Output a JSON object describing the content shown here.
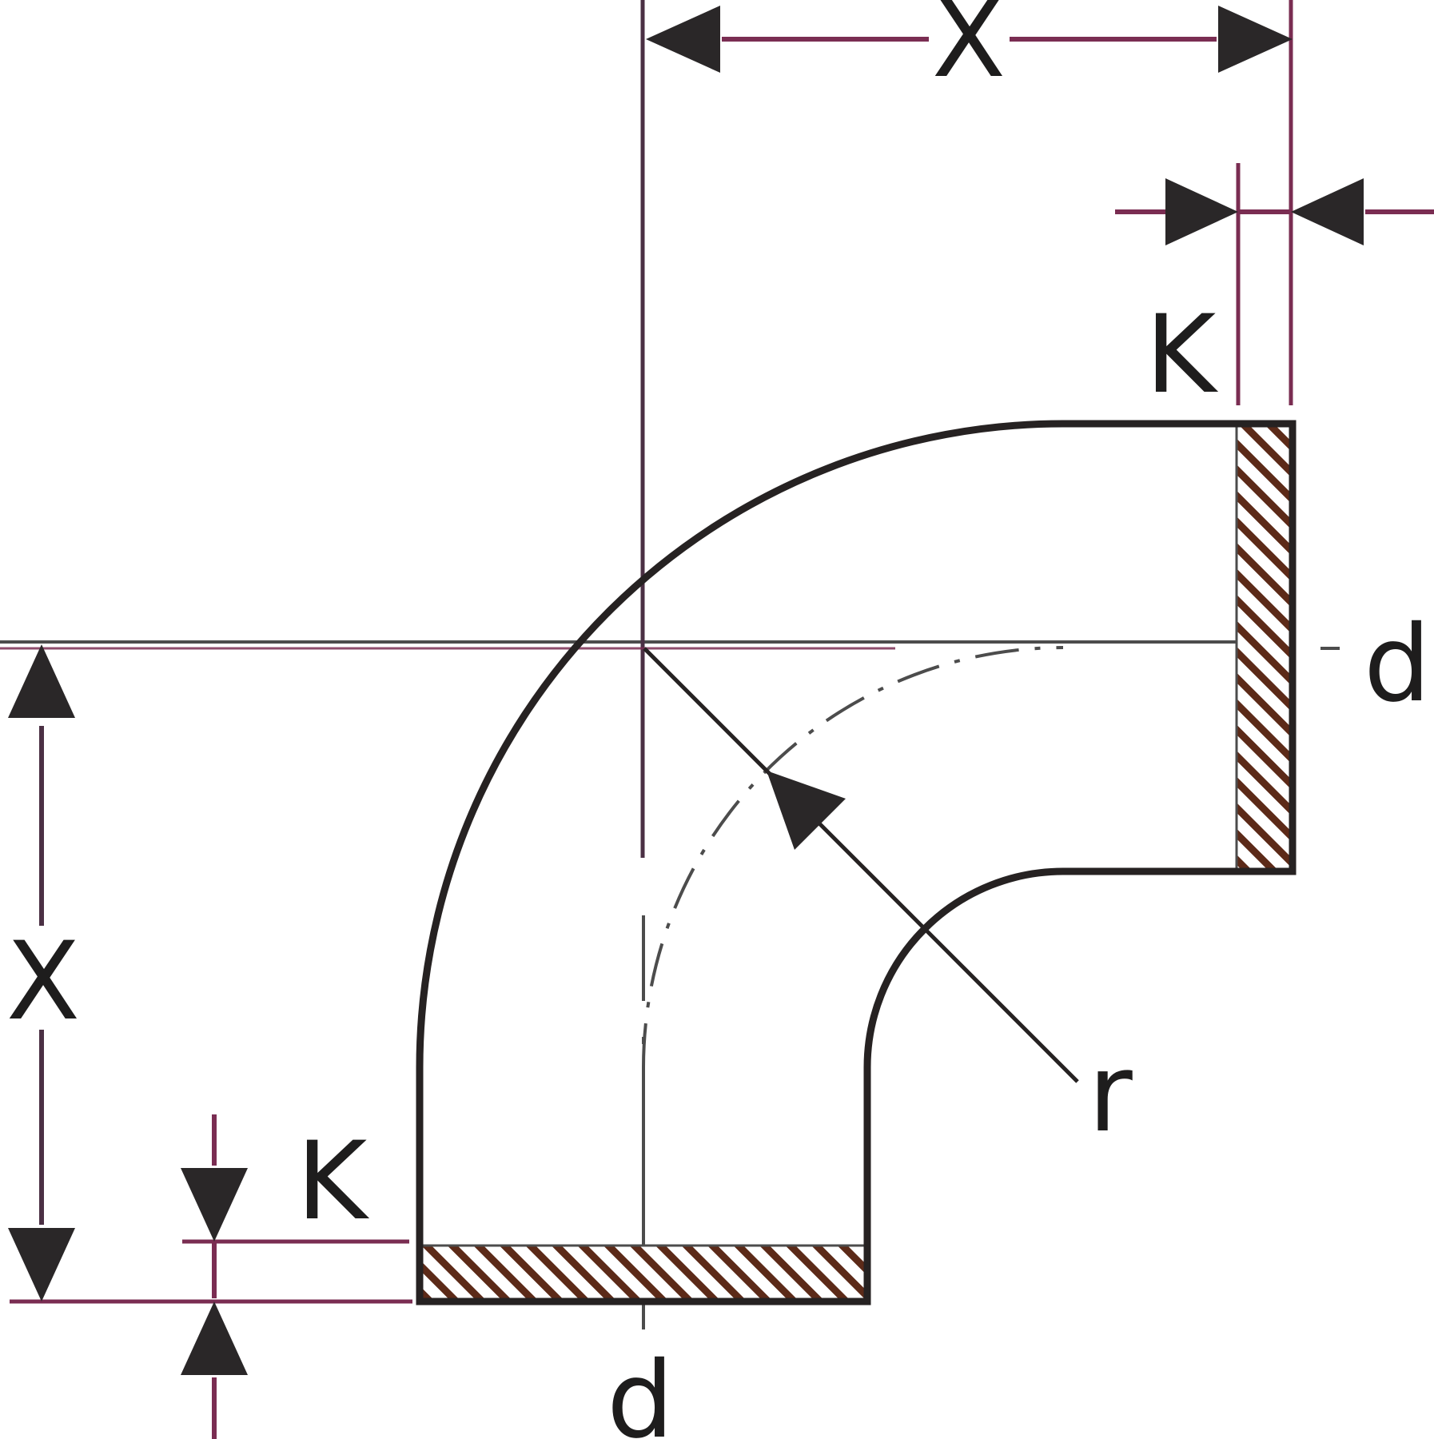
{
  "diagram": {
    "title": "90-degree pipe elbow bend - dimensional technical drawing",
    "type": "technical-drawing",
    "labels": {
      "dim_x_top": "X",
      "dim_x_left": "X",
      "dim_k_top_right": "K",
      "dim_k_bottom_left": "K",
      "diameter_right": "d",
      "diameter_bottom": "d",
      "bend_radius": "r"
    },
    "colors": {
      "background": "#ffffff",
      "outline": "#262222",
      "dimension": "#7a2d52",
      "dimension_dark": "#4b3044",
      "centerline": "#4c4c4c",
      "hatch": "#5c2a18",
      "arrow": "#2a2728",
      "text": "#1e1d1d"
    }
  }
}
